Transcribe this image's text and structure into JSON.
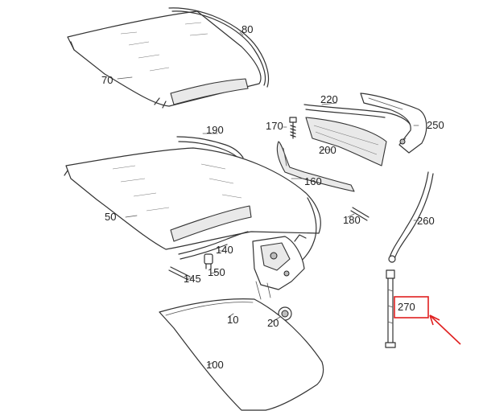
{
  "labels": {
    "p80": "80",
    "p70": "70",
    "p220": "220",
    "p170": "170",
    "p190": "190",
    "p250": "250",
    "p200": "200",
    "p160": "160",
    "p50": "50",
    "p260": "260",
    "p180": "180",
    "p140": "140",
    "p150": "150",
    "p145": "145",
    "p270": "270",
    "p10": "10",
    "p20": "20",
    "p100": "100"
  },
  "highlight": {
    "part": "270",
    "color": "#e02020"
  }
}
